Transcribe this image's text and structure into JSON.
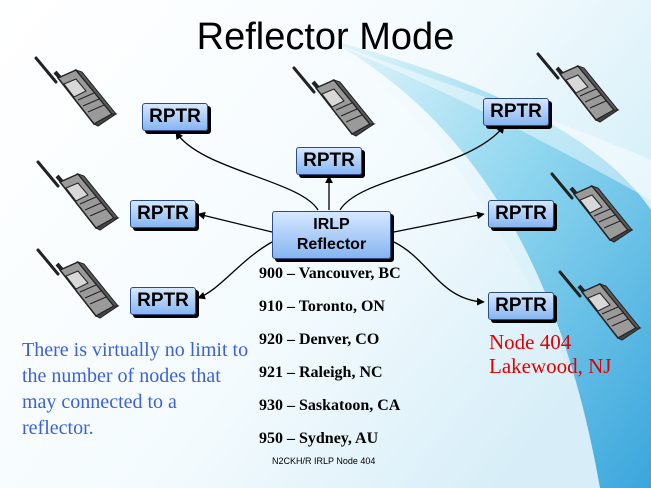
{
  "title": "Reflector Mode",
  "repeater_label": "RPTR",
  "reflector": {
    "line1": "IRLP",
    "line2": "Reflector"
  },
  "nodes": [
    "900 – Vancouver, BC",
    "910 – Toronto, ON",
    "920 – Denver, CO",
    "921 – Raleigh, NC",
    "930 – Saskatoon, CA",
    "950 – Sydney, AU"
  ],
  "note": "There is virtually no limit to the number of nodes that may connected to a reflector.",
  "home_node": {
    "line1": "Node 404",
    "line2": "Lakewood, NJ"
  },
  "footer": "N2CKH/R IRLP Node 404",
  "colors": {
    "note": "#3a62d6",
    "home_node": "#e00000",
    "box_fill": "#a9cdf8",
    "box_border": "#2a4d8a"
  },
  "icons": [
    "handheld-radio-icon"
  ]
}
